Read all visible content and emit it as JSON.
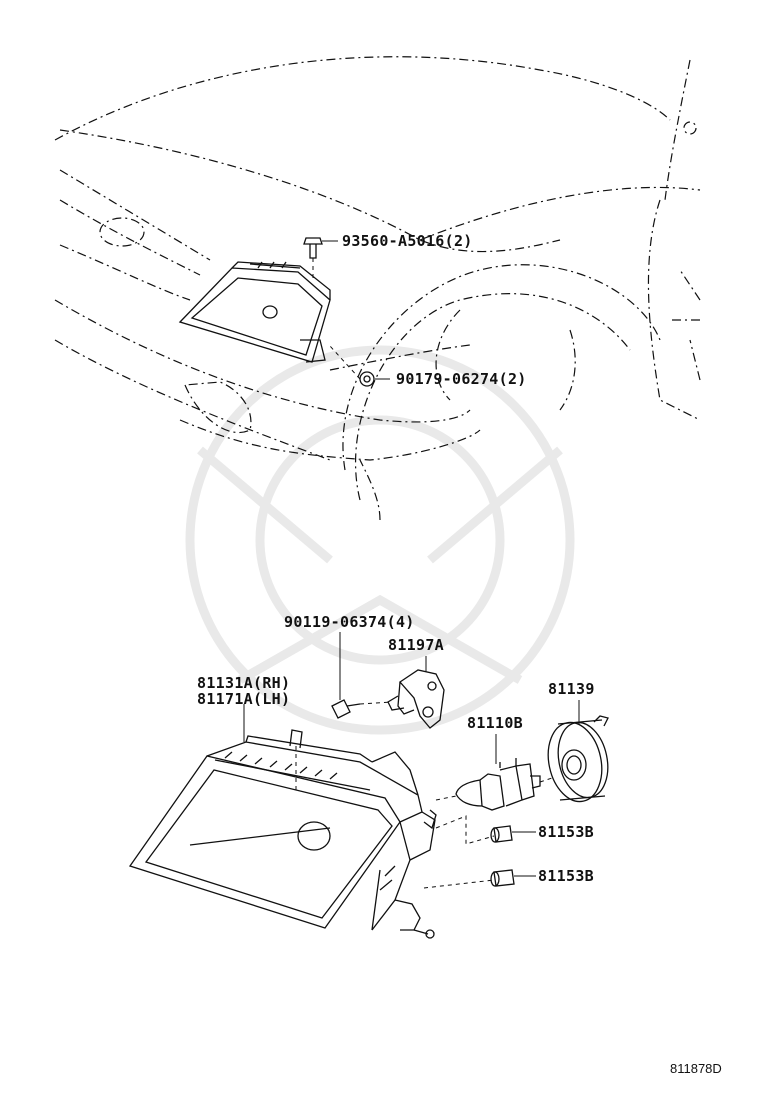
{
  "callouts": {
    "bolt_top": "93560-A5016(2)",
    "clip": "90179-06274(2)",
    "screw": "90119-06374(4)",
    "bracket": "81197A",
    "housing_rh": "81131A(RH)",
    "housing_lh": "81171A(LH)",
    "cover": "81139",
    "bulb": "81110B",
    "socket_upper": "81153B",
    "socket_lower": "81153B"
  },
  "figure_id": "811878D"
}
